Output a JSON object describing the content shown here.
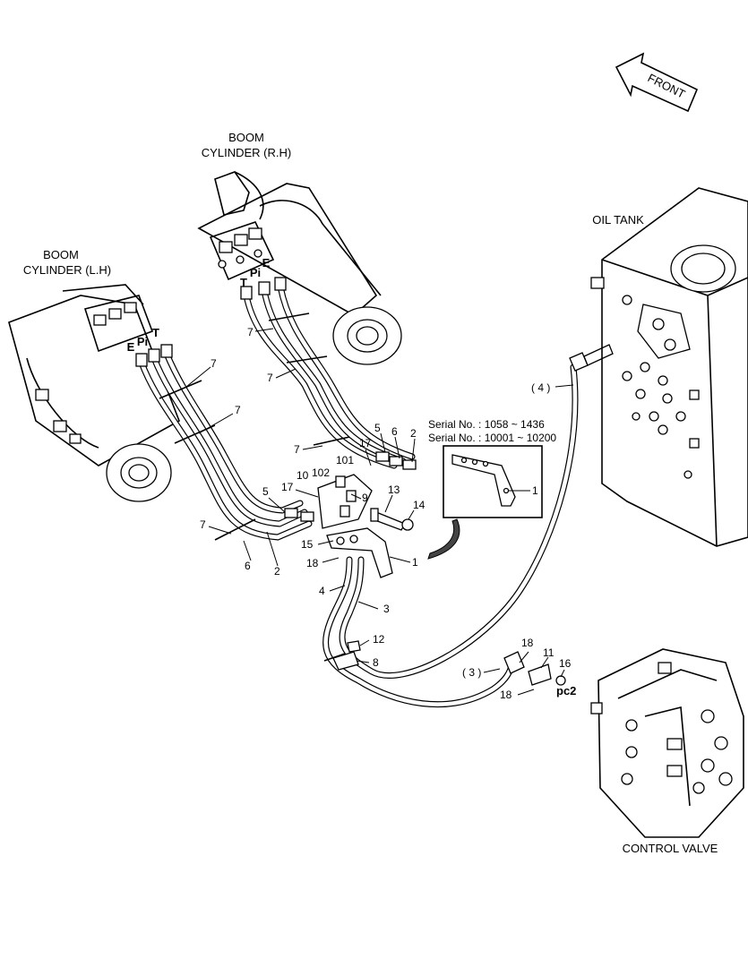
{
  "labels": {
    "boom_rh": [
      "BOOM",
      "CYLINDER (R.H)"
    ],
    "boom_lh": [
      "BOOM",
      "CYLINDER (L.H)"
    ],
    "oil_tank": "OIL TANK",
    "control_valve": "CONTROL VALVE",
    "front": "FRONT",
    "serial_1": "Serial No. : 1058 ~ 1436",
    "serial_2": "Serial No. : 10001 ~ 10200",
    "port_pc2": "pc2"
  },
  "ports_rh": {
    "t": "T",
    "pi": "Pi",
    "e": "E"
  },
  "ports_lh": {
    "e": "E",
    "pi": "Pi",
    "t": "T"
  },
  "callouts": {
    "c7a": "7",
    "c7b": "7",
    "c7c": "7",
    "c7d": "7",
    "c7e": "7",
    "c7f": "7",
    "c5a": "5",
    "c6a": "6",
    "c2a": "2",
    "c17a": "17",
    "c101": "101",
    "c10": "10",
    "c102": "102",
    "c17b": "17",
    "c5b": "5",
    "c9": "9",
    "c13": "13",
    "c14": "14",
    "c15": "15",
    "c18a": "18",
    "c1a": "1",
    "c6b": "6",
    "c2b": "2",
    "c4": "4",
    "c3": "3",
    "c12": "12",
    "c8": "8",
    "c4p": "( 4 )",
    "c3p": "( 3 )",
    "c18b": "18",
    "c11": "11",
    "c16": "16",
    "c18c": "18",
    "c1b": "1"
  }
}
